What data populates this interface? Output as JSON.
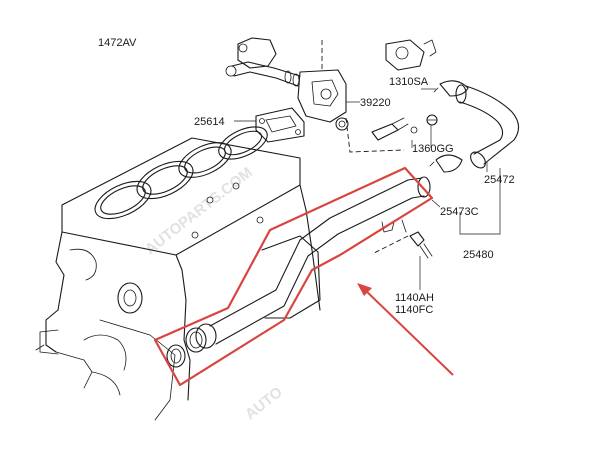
{
  "diagram": {
    "labels": {
      "top_left": "1472AV",
      "p25614": "25614",
      "p1310SA": "1310SA",
      "p39220": "39220",
      "p1360GG": "1360GG",
      "p25472": "25472",
      "p25473C": "25473C",
      "p25480": "25480",
      "p1140AH": "1140AH",
      "p1140FC": "1140FC"
    },
    "highlight_color": "#d9443f",
    "arrow_color": "#d9443f",
    "line_color": "#1a1a1a"
  }
}
